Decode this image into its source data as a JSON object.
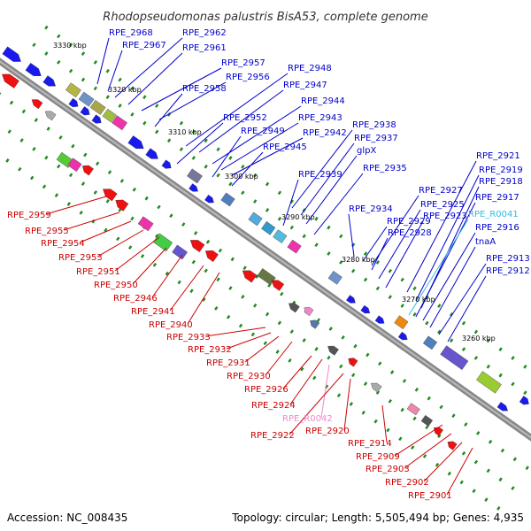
{
  "title": "Rhodopseudomonas palustris BisA53, complete genome",
  "accession": "Accession: NC_008435",
  "topology": "Topology: circular; Length: 5,505,494 bp; Genes: 4,935",
  "colors": {
    "plus_label": "#0000cc",
    "minus_label": "#cc0000",
    "rna_plus": "#33bbdd",
    "rna_minus": "#ee88cc",
    "backbone": "#888888",
    "tick": "#228b22"
  },
  "kbp_ticks": [
    "3330 kbp",
    "3320 kbp",
    "3310 kbp",
    "3300 kbp",
    "3290 kbp",
    "3280 kbp",
    "3270 kbp",
    "3260 kbp"
  ],
  "plus_labels": [
    "RPE_2968",
    "RPE_2967",
    "RPE_2962",
    "RPE_2961",
    "RPE_2957",
    "RPE_2956",
    "RPE_2958",
    "RPE_2948",
    "RPE_2947",
    "RPE_2944",
    "RPE_2943",
    "RPE_2942",
    "RPE_2952",
    "RPE_2949",
    "RPE_2945",
    "RPE_2938",
    "RPE_2937",
    "glpX",
    "RPE_2935",
    "RPE_2939",
    "RPE_2934",
    "RPE_2927",
    "RPE_2925",
    "RPE_2923",
    "RPE_2929",
    "RPE_2928",
    "RPE_2921",
    "RPE_2919",
    "RPE_2918",
    "RPE_2917",
    "RPE_R0041",
    "RPE_2916",
    "tnaA",
    "RPE_2913",
    "RPE_2912"
  ],
  "minus_labels": [
    "RPE_2959",
    "RPE_2955",
    "RPE_2954",
    "RPE_2953",
    "RPE_2951",
    "RPE_2950",
    "RPE_2946",
    "RPE_2941",
    "RPE_2940",
    "RPE_2933",
    "RPE_2932",
    "RPE_2931",
    "RPE_2930",
    "RPE_2926",
    "RPE_2924",
    "RPE_R0042",
    "RPE_2922",
    "RPE_2920",
    "RPE_2914",
    "RPE_2909",
    "RPE_2903",
    "RPE_2902",
    "RPE_2901"
  ]
}
